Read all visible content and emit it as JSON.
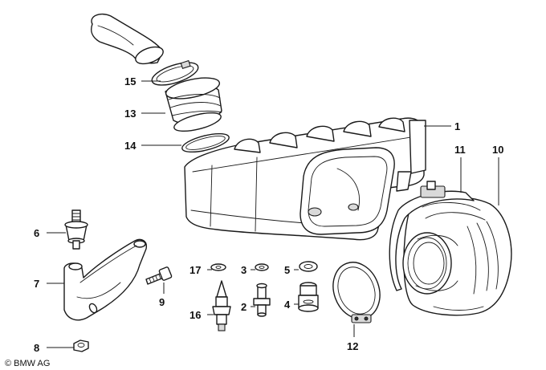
{
  "labels": {
    "p1": "1",
    "p2": "2",
    "p3": "3",
    "p4": "4",
    "p5": "5",
    "p6": "6",
    "p7": "7",
    "p8": "8",
    "p9": "9",
    "p10": "10",
    "p11": "11",
    "p12": "12",
    "p13": "13",
    "p14": "14",
    "p15": "15",
    "p16": "16",
    "p17": "17"
  },
  "copyright": "© BMW AG"
}
